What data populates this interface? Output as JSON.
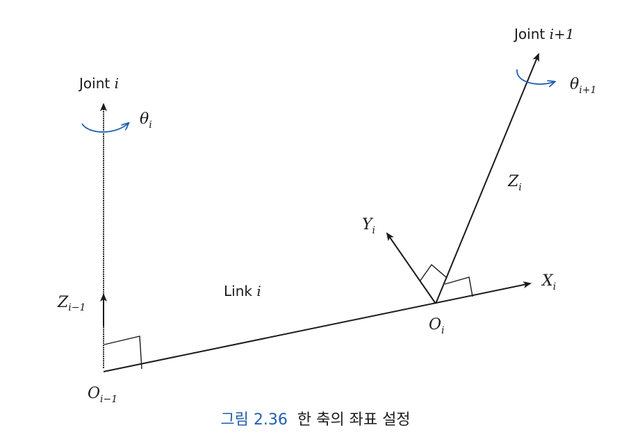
{
  "labels": {
    "joint_i": "Joint ",
    "joint_i_var": "i",
    "joint_next": "Joint ",
    "joint_next_var": "i+1",
    "theta_i": "θ",
    "theta_i_sub": "i",
    "theta_next": "θ",
    "theta_next_sub": "i+1",
    "z_prev": "Z",
    "z_prev_sub": "i−1",
    "z_i": "Z",
    "z_i_sub": "i",
    "y_i": "Y",
    "y_i_sub": "i",
    "x_i": "X",
    "x_i_sub": "i",
    "link_i": "Link ",
    "link_i_var": "i",
    "o_prev": "O",
    "o_prev_sub": "i−1",
    "o_i": "O",
    "o_i_sub": "i"
  },
  "caption": {
    "figure_number": "그림 2.36",
    "text": "한 축의 좌표 설정"
  },
  "colors": {
    "line": "#1a1a1a",
    "rotation_arrow": "#1f5fae",
    "caption_number": "#1f5fae"
  }
}
